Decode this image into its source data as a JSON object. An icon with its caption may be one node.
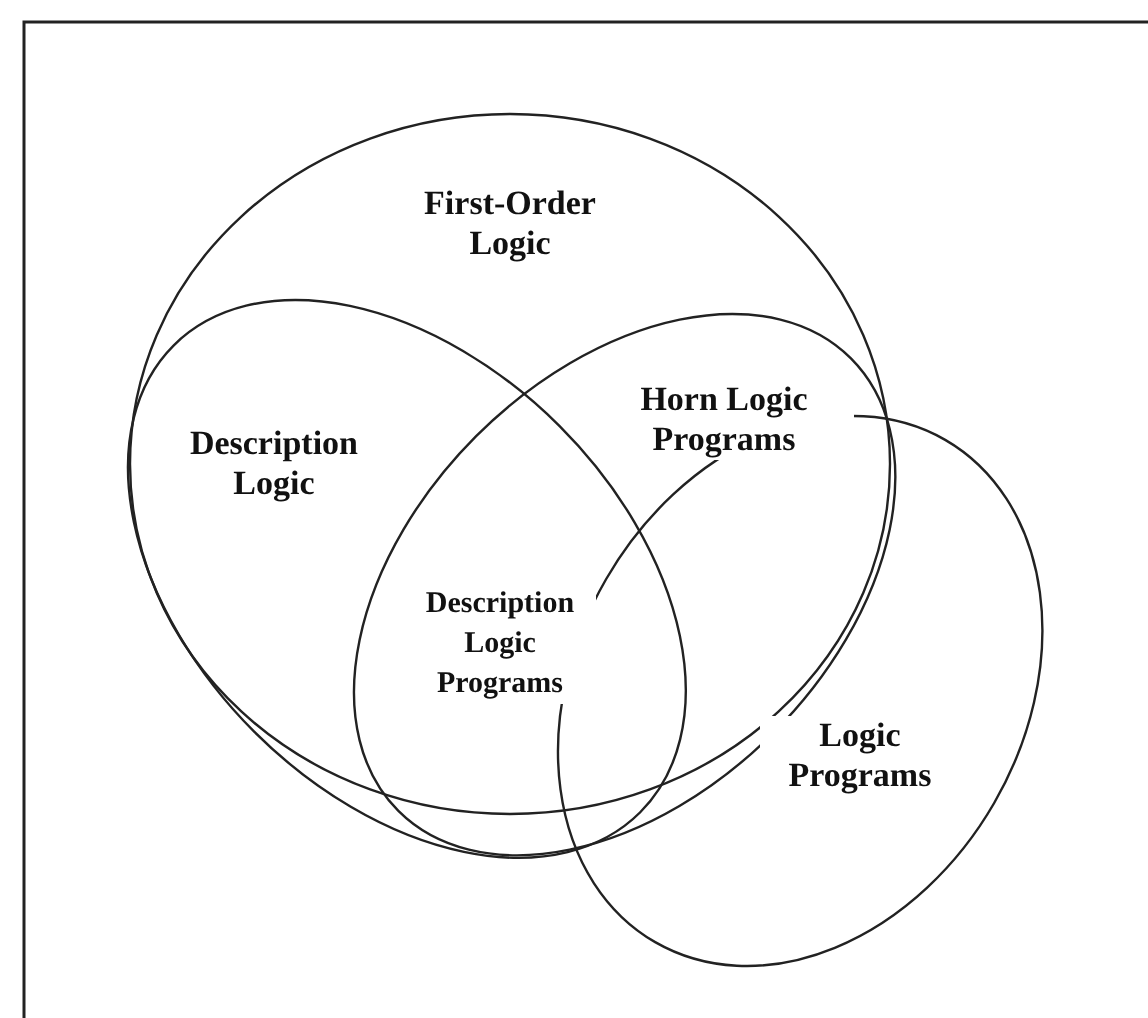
{
  "diagram": {
    "nodes": [
      {
        "text": [
          "First-Order Logic"
        ]
      },
      {
        "text": [
          "Description Logic"
        ]
      },
      {
        "text": [
          "Horn Logic Programs"
        ]
      },
      {
        "text": [
          "Logic Programs"
        ]
      }
    ],
    "labels": [
      "Description Logic Programs"
    ]
  }
}
